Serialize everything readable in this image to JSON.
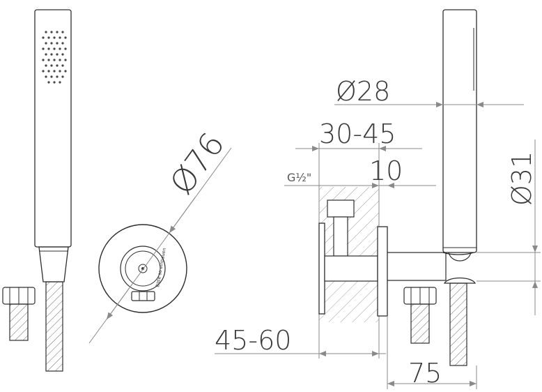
{
  "dimensions": {
    "head_diameter": "Ø28",
    "depth_range": "30-45",
    "offset": "10",
    "thread": "G½\"",
    "flange_diameter": "Ø76",
    "handle_diameter": "Ø31",
    "wall_range": "45-60",
    "projection": "75"
  },
  "flange_marking": "Bitte so einbauen",
  "colors": {
    "outline": "#2d2d2d",
    "dimension": "#8a8a8a"
  }
}
